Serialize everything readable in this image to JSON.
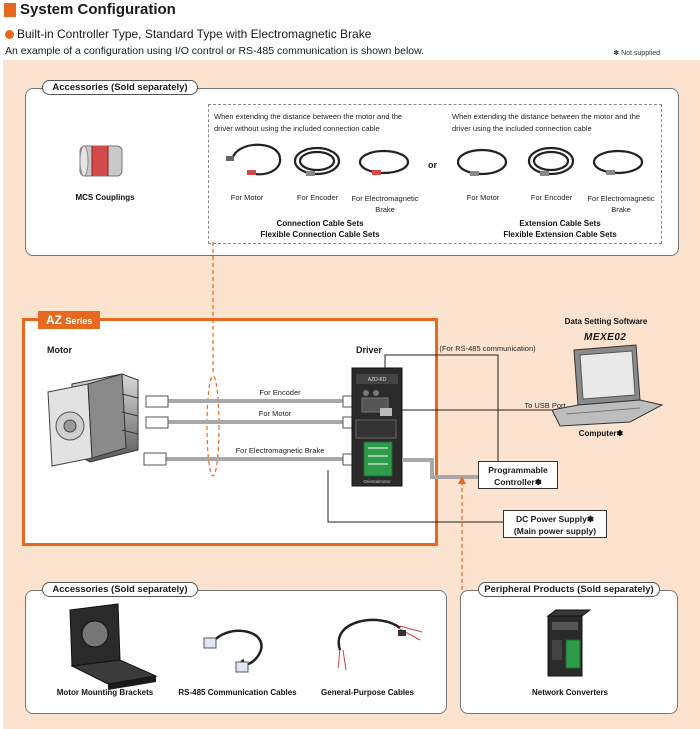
{
  "header": {
    "title": "System Configuration",
    "subtitle": "Built-in Controller Type, Standard Type with Electromagnetic Brake",
    "intro": "An example of a configuration using I/O control or RS-485 communication is shown below.",
    "note": "✽ Not supplied"
  },
  "top_accessories": {
    "heading": "Accessories (Sold separately)",
    "couplings": "MCS Couplings",
    "left_group": {
      "description": "When extending the distance between the motor and the driver without using the included connection cable",
      "items": [
        "For Motor",
        "For Encoder",
        "For Electromagnetic Brake"
      ],
      "caption_line1": "Connection Cable Sets",
      "caption_line2": "Flexible Connection Cable Sets"
    },
    "or_label": "or",
    "right_group": {
      "description": "When extending the distance between the motor and the driver using the included connection cable",
      "items": [
        "For Motor",
        "For Encoder",
        "For Electromagnetic Brake"
      ],
      "caption_line1": "Extension Cable Sets",
      "caption_line2": "Flexible Extension Cable Sets"
    }
  },
  "system": {
    "series_label": "AZ",
    "series_suffix": "Series",
    "motor_label": "Motor",
    "driver_label": "Driver",
    "driver_model": "AZD-KD",
    "driver_brand": "Orientalmotor",
    "cable_encoder": "For Encoder",
    "cable_motor": "For Motor",
    "cable_brake": "For Electromagnetic Brake",
    "rs485_note": "(For RS-485 communication)",
    "usb_label": "To USB Port",
    "software_label": "Data Setting Software",
    "software_name": "MEXE02",
    "computer_label": "Computer✽",
    "plc_line1": "Programmable",
    "plc_line2": "Controller✽",
    "power_line1": "DC Power Supply✽",
    "power_line2": "(Main power supply)"
  },
  "bottom_accessories": {
    "heading": "Accessories (Sold separately)",
    "items": [
      "Motor Mounting Brackets",
      "RS-485 Communication Cables",
      "General-Purpose Cables"
    ]
  },
  "peripheral": {
    "heading": "Peripheral Products (Sold separately)",
    "items": [
      "Network Converters"
    ]
  },
  "colors": {
    "accent": "#e8681f",
    "background": "#fbe3cf",
    "cable": "#a8a8a8"
  }
}
